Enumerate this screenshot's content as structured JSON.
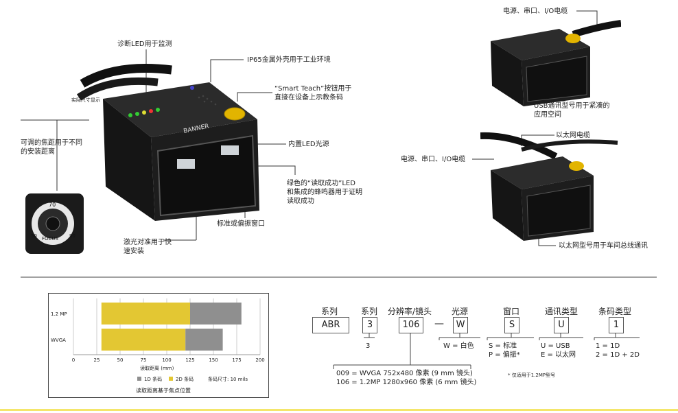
{
  "colors": {
    "yellow": "#e3c733",
    "gray": "#8f8f8f",
    "body_black": "#222222",
    "bottom_rule": "#f4e66a"
  },
  "callouts": {
    "diagnostic_led": "诊断LED用于监测",
    "ip65": "IP65金属外壳用于工业环境",
    "actual_size": "实际尺寸显示",
    "smart_teach": "“Smart Teach”按钮用于\n直接在设备上示教条码",
    "focus": "可调的焦距用于不同\n的安装距离",
    "led_light": "内置LED光源",
    "good_read": "绿色的“读取成功”LED\n和集成的蜂鸣器用于证明\n读取成功",
    "window": "标准或偏振窗口",
    "laser": "激光对准用于快\n速安装",
    "usb_power": "电源、串口、I/O电缆",
    "usb_model": "USB通讯型号用于紧凑的\n应用空间",
    "eth_cable": "以太网电缆",
    "eth_power": "电源、串口、I/O电缆",
    "eth_model": "以太网型号用于车间总线通讯"
  },
  "device": {
    "logo": "BANNER",
    "focus_label": "FOCUS",
    "focus_value": "70",
    "focus_left": "50",
    "focus_right": "90"
  },
  "chart_data": {
    "type": "bar",
    "orientation": "horizontal",
    "stacked": true,
    "categories": [
      "1.2 MP",
      "WVGA"
    ],
    "series": [
      {
        "name": "2D 条码",
        "color": "#e3c733",
        "ranges": [
          [
            30,
            125
          ],
          [
            30,
            120
          ]
        ]
      },
      {
        "name": "1D 条码",
        "color": "#8f8f8f",
        "ranges": [
          [
            125,
            180
          ],
          [
            120,
            160
          ]
        ]
      }
    ],
    "xticks": [
      0,
      25,
      50,
      75,
      100,
      125,
      150,
      175,
      200
    ],
    "xlim": [
      0,
      200
    ],
    "xlabel": "读取距离 (mm)",
    "note": "条码尺寸: 10 mils",
    "caption": "读取距离基于焦点位置",
    "grid": true
  },
  "model_code": {
    "fields": [
      {
        "header": "系列",
        "value": "ABR",
        "options": []
      },
      {
        "header": "系列",
        "value": "3",
        "options": [
          "3"
        ]
      },
      {
        "header": "分辨率/镜头",
        "value": "106",
        "options": [
          "009 = WVGA 752x480 像素 (9 mm 镜头)",
          "106 = 1.2MP 1280x960 像素 (6 mm 镜头)"
        ]
      },
      {
        "header": "光源",
        "value": "W",
        "options": [
          "W = 白色"
        ]
      },
      {
        "header": "窗口",
        "value": "S",
        "options": [
          "S = 标准",
          "P = 偏振*"
        ]
      },
      {
        "header": "通讯类型",
        "value": "U",
        "options": [
          "U = USB",
          "E = 以太网"
        ]
      },
      {
        "header": "条码类型",
        "value": "1",
        "options": [
          "1 = 1D",
          "2 = 1D + 2D"
        ]
      }
    ],
    "separator": "—",
    "footnote": "* 仅适用于1.2MP型号"
  }
}
